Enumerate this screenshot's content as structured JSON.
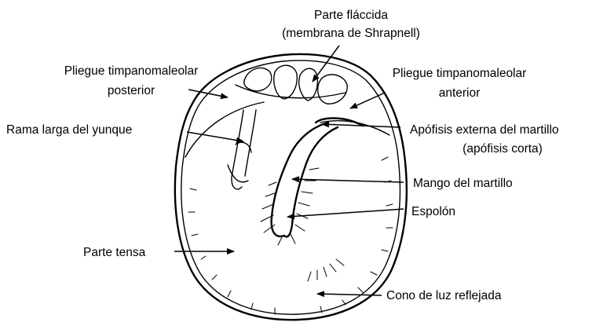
{
  "labels": {
    "pars_flaccida_line1": "Parte fláccida",
    "pars_flaccida_line2": "(membrana de Shrapnell)",
    "posterior_fold_line1": "Pliegue timpanomaleolar",
    "posterior_fold_line2": "posterior",
    "anterior_fold_line1": "Pliegue timpanomaleolar",
    "anterior_fold_line2": "anterior",
    "incus_long_process": "Rama larga del yunque",
    "lateral_process_line1": "Apófisis externa del martillo",
    "lateral_process_line2": "(apófisis corta)",
    "malleus_handle": "Mango del martillo",
    "umbo": "Espolón",
    "pars_tensa": "Parte tensa",
    "cone_of_light": "Cono de luz reflejada"
  },
  "colors": {
    "ink": "#000000",
    "background": "#ffffff"
  }
}
